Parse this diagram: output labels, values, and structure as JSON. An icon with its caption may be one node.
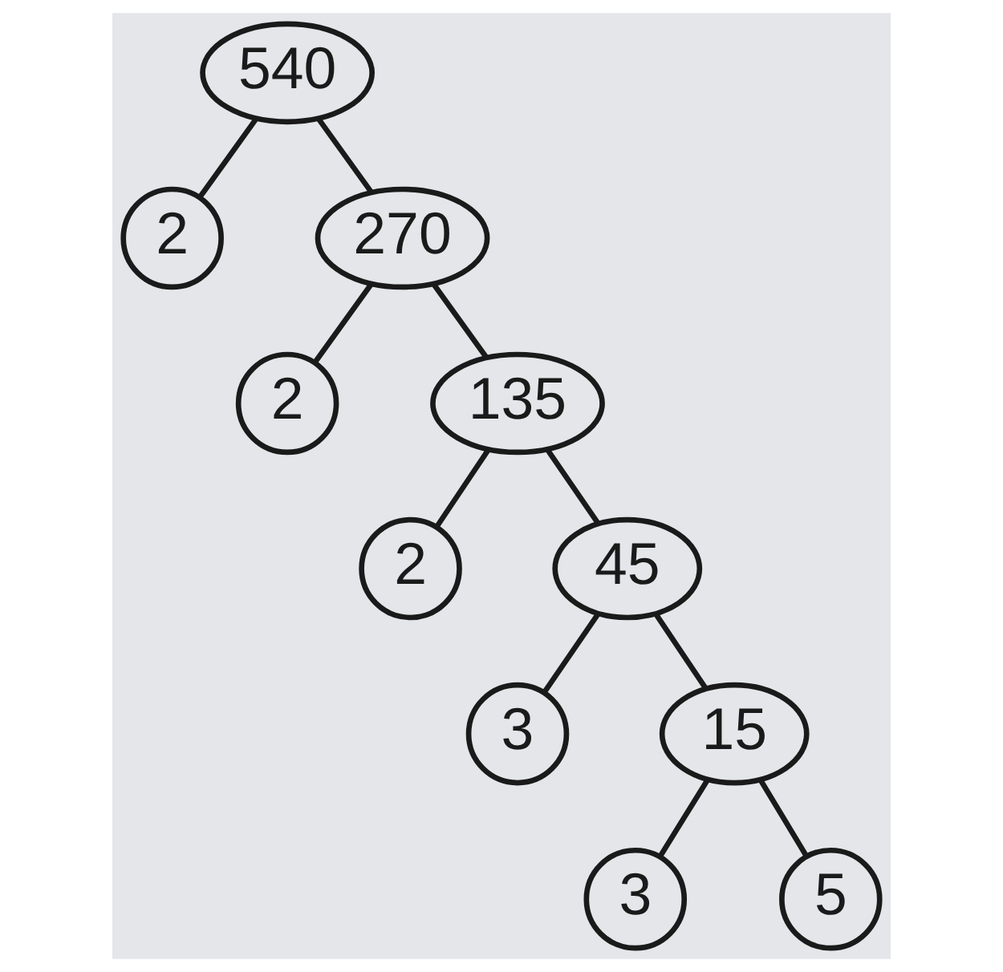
{
  "diagram": {
    "nodes": [
      {
        "text": [
          "540"
        ]
      },
      {
        "text": [
          "2"
        ]
      },
      {
        "text": [
          "270"
        ]
      },
      {
        "text": [
          "2"
        ]
      },
      {
        "text": [
          "135"
        ]
      },
      {
        "text": [
          "2"
        ]
      },
      {
        "text": [
          "45"
        ]
      },
      {
        "text": [
          "3"
        ]
      },
      {
        "text": [
          "15"
        ]
      },
      {
        "text": [
          "3"
        ]
      },
      {
        "text": [
          "5"
        ]
      }
    ],
    "edges": [
      {
        "from": 0,
        "to": 1,
        "arrow": "none"
      },
      {
        "from": 0,
        "to": 2,
        "arrow": "none"
      },
      {
        "from": 2,
        "to": 3,
        "arrow": "none"
      },
      {
        "from": 2,
        "to": 4,
        "arrow": "none"
      },
      {
        "from": 4,
        "to": 5,
        "arrow": "none"
      },
      {
        "from": 4,
        "to": 6,
        "arrow": "none"
      },
      {
        "from": 6,
        "to": 7,
        "arrow": "none"
      },
      {
        "from": 6,
        "to": 8,
        "arrow": "none"
      },
      {
        "from": 8,
        "to": 9,
        "arrow": "none"
      },
      {
        "from": 8,
        "to": 10,
        "arrow": "none"
      }
    ]
  }
}
